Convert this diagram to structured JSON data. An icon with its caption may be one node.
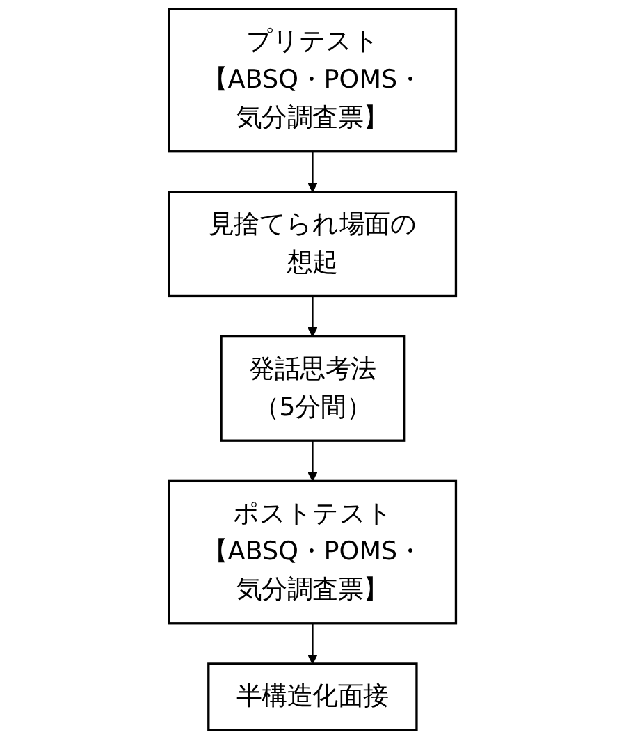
{
  "diagram": {
    "nodes": [
      {
        "text": [
          "プリテスト",
          "【ABSQ・POMS・気分調査票】"
        ]
      },
      {
        "text": [
          "見捨てられ場面の想起"
        ]
      },
      {
        "text": [
          "発話思考法",
          "（5分間）"
        ]
      },
      {
        "text": [
          "ポストテスト",
          "【ABSQ・POMS・気分調査票】"
        ]
      },
      {
        "text": [
          "半構造化面接"
        ]
      }
    ],
    "edges": [
      {
        "from": 0,
        "to": 1,
        "arrow": "to"
      },
      {
        "from": 1,
        "to": 2,
        "arrow": "to"
      },
      {
        "from": 2,
        "to": 3,
        "arrow": "to"
      },
      {
        "from": 3,
        "to": 4,
        "arrow": "to"
      }
    ]
  }
}
